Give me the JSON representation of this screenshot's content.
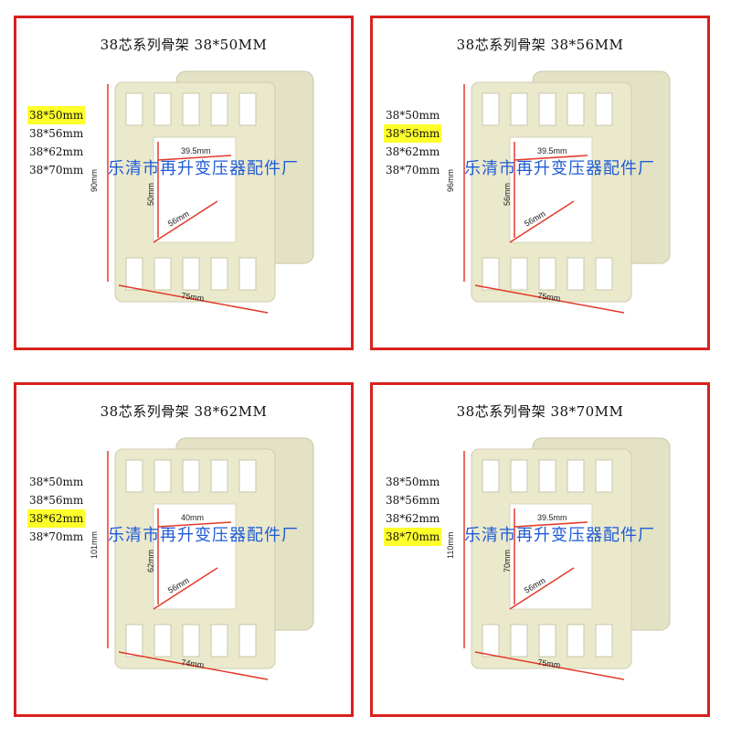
{
  "panels": [
    {
      "title": "38芯系列骨架   38*50MM",
      "sizes": [
        "38*50mm",
        "38*56mm",
        "38*62mm",
        "38*70mm"
      ],
      "selected_index": 0,
      "dims": {
        "height": "90mm",
        "inner_width": "39.5mm",
        "inner_height": "50mm",
        "depth": "56mm",
        "width": "75mm"
      }
    },
    {
      "title": "38芯系列骨架   38*56MM",
      "sizes": [
        "38*50mm",
        "38*56mm",
        "38*62mm",
        "38*70mm"
      ],
      "selected_index": 1,
      "dims": {
        "height": "96mm",
        "inner_width": "39.5mm",
        "inner_height": "56mm",
        "depth": "56mm",
        "width": "75mm"
      }
    },
    {
      "title": "38芯系列骨架   38*62MM",
      "sizes": [
        "38*50mm",
        "38*56mm",
        "38*62mm",
        "38*70mm"
      ],
      "selected_index": 2,
      "dims": {
        "height": "101mm",
        "inner_width": "40mm",
        "inner_height": "62mm",
        "depth": "56mm",
        "width": "74mm"
      }
    },
    {
      "title": "38芯系列骨架   38*70MM",
      "sizes": [
        "38*50mm",
        "38*56mm",
        "38*62mm",
        "38*70mm"
      ],
      "selected_index": 3,
      "dims": {
        "height": "110mm",
        "inner_width": "39.5mm",
        "inner_height": "70mm",
        "depth": "56mm",
        "width": "75mm"
      }
    }
  ],
  "watermark": "乐清市再升变压器配件厂",
  "colors": {
    "border": "#d8211c",
    "highlight": "#ffff2a",
    "watermark": "#1d5bd6",
    "part": "#ebe9cc",
    "dimension": "#e23a2a"
  }
}
